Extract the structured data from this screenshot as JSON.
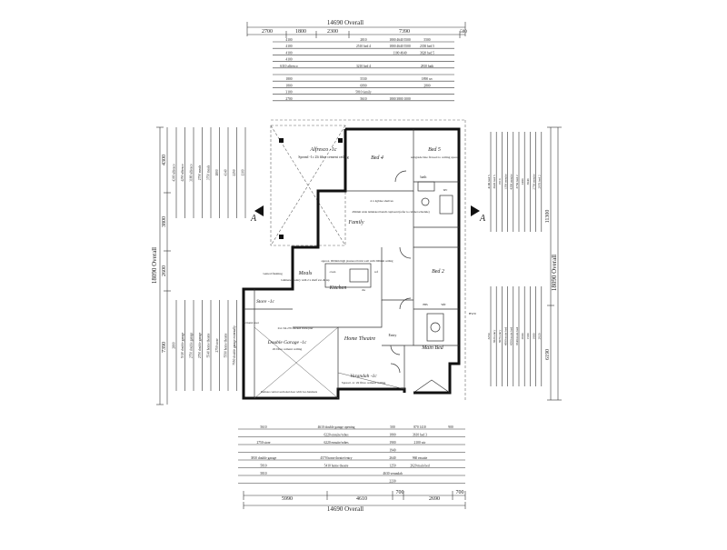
{
  "top": {
    "overall_label": "14690 Overall",
    "segments": [
      "2700",
      "1800",
      "2300",
      "7390",
      "500"
    ],
    "rows": [
      [
        "4100",
        "2810",
        "1800 4640 5500",
        "5500"
      ],
      [
        "4100",
        "2510 bed 4",
        "1800 4640 5500",
        "2350 bed 5"
      ],
      [
        "4100",
        "",
        "1100 4640",
        "3620 bed 5"
      ],
      [
        "4100",
        "",
        "",
        ""
      ],
      [
        "6310 alfresco",
        "3210 bed 4",
        "",
        "2810 bath"
      ],
      [
        "",
        "",
        "",
        ""
      ],
      [
        "1800",
        "5530",
        "",
        "1890 wc"
      ],
      [
        "1800",
        "6890",
        "",
        "2800"
      ],
      [
        "3100",
        "5810 family",
        "",
        ""
      ],
      [
        "2700",
        "5610",
        "1800 3800 1000",
        ""
      ]
    ]
  },
  "bottom": {
    "overall_label": "14690 Overall",
    "segments": [
      "5990",
      "4610",
      "700",
      "2690",
      "700"
    ],
    "rows": [
      [
        "5610",
        "4610 double garage opening",
        "500",
        "870 1410",
        "900"
      ],
      [
        "",
        "6220 ensuite/robes",
        "1800",
        "3610 bed 3",
        ""
      ],
      [
        "2750 store",
        "6220 ensuite/robes",
        "1900",
        "2100 wir",
        ""
      ],
      [
        "",
        "",
        "1940",
        "",
        ""
      ],
      [
        "3810 double garage",
        "4570 home theatre/entry",
        "2640",
        "960 ensuite",
        ""
      ],
      [
        "5810",
        "5410 home theatre",
        "1250",
        "2620 main bed",
        ""
      ],
      [
        "5810",
        "",
        "4630 verandah",
        "",
        ""
      ],
      [
        "",
        "",
        "2230",
        "",
        ""
      ]
    ]
  },
  "left": {
    "overall_label": "18090 Overall",
    "segments": [
      "4300",
      "3800",
      "2600",
      "7390"
    ],
    "annotations": [
      "4300 alfresco",
      "4250 alfresco",
      "3180 alfresco",
      "2750 meals",
      "3750 meals",
      "1800",
      "4340",
      "2250",
      "1300",
      "2800",
      "5310 double garage",
      "2750 double garage",
      "2750 double garage",
      "5540 home theatre",
      "2750 store",
      "5590 home theatre",
      "7550 double garage externally"
    ]
  },
  "right": {
    "overall_label": "18090 Overall",
    "segments": [
      "11300",
      "6190"
    ],
    "annotations": [
      "4100 bed 5",
      "3020 bed 5",
      "1910",
      "1350 ensuite",
      "4300 ensuite",
      "3750 bed 2",
      "2400",
      "3040",
      "2750 ensuite",
      "2970 bed 2",
      "3250",
      "3820 entry",
      "3070 entry",
      "4900 main bed",
      "4590 main bed",
      "3540 main bed",
      "2600",
      "1500",
      "1800",
      "2920"
    ]
  },
  "rooms": {
    "alfresco": "Alfresco -1c",
    "alfresco_note": "Spread -1c\n2lt fibre cement ceiling",
    "bed4": "Bed 4",
    "bed5": "Bed 5",
    "bed5_note": "subgrade line flowed to ceiling space",
    "family": "Family",
    "family_note": "4 x 4gbise shelves",
    "family_note2": "450mm wide laminated bench cupboard (refer to cabinet schedule)",
    "kitchen": "Kitchen",
    "kitchen_note": "approx. 900mm high plastered brick wall with 300mm ceiling",
    "meals": "Meals",
    "meals_note": "laminated pantry with 2 x shelf ext. & tap",
    "bed2": "Bed 2",
    "store": "Store -1c",
    "double_garage": "Double Garage -1c",
    "double_garage_note": "2lt fibre cement ceiling",
    "home_theatre": "Home Theatre",
    "verandah": "Verandah -1c",
    "verandah_note": "Spread -1c\n2lt fibre cement ceiling",
    "main_bed": "Main Bed",
    "entry": "Entry",
    "garage_door_note": "Remote control sectional door with two handsets",
    "garage_note2": "2x1.5m 270 stacked brick pier",
    "vented_flashing": "vented flashing",
    "sectional_door": "sectional door",
    "bath": "bath",
    "wc": "wc",
    "ens": "ens",
    "wir": "wir",
    "ref": "ref",
    "oven": "oven",
    "dw": "dw",
    "hwu": "HWU"
  },
  "markers": {
    "left_section": "A",
    "right_section": "A"
  }
}
